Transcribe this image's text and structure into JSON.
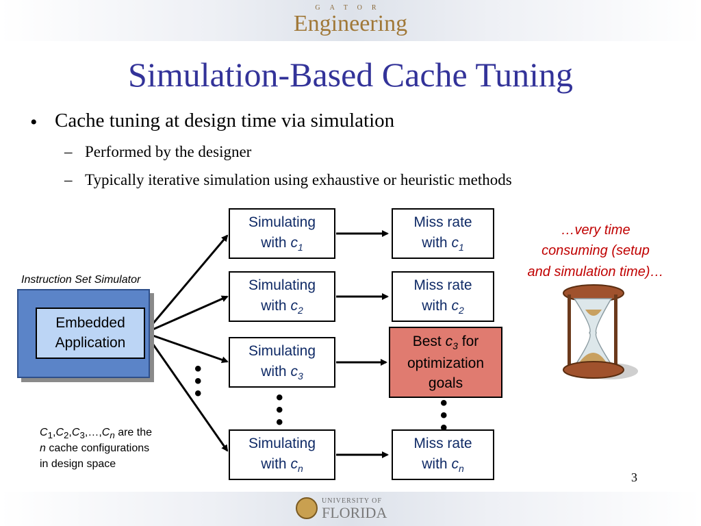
{
  "header": {
    "logo_top": "GATOR",
    "logo_main": "Engineering"
  },
  "title": "Simulation-Based Cache Tuning",
  "bullet": {
    "symbol": "•",
    "text": "Cache tuning at design time via simulation",
    "dash": "–",
    "subbullets": [
      "Performed by the designer",
      "Typically iterative simulation using exhaustive or heuristic methods"
    ]
  },
  "diagram": {
    "iss_label": "Instruction Set Simulator",
    "embedded": [
      "Embedded",
      "Application"
    ],
    "sim_word": "Simulating",
    "with_word": "with ",
    "c_letter": "c",
    "subs": [
      "1",
      "2",
      "3",
      "n"
    ],
    "miss_word": "Miss rate",
    "best_lines": [
      "Best ",
      " for",
      "optimization",
      "goals"
    ],
    "dots": "•\n•\n•",
    "note_lines": [
      "…very time",
      "consuming (setup",
      "and simulation time)…"
    ],
    "caption": {
      "C": "C",
      "sep": ",",
      "ellipsis": "…",
      "subs": [
        "1",
        "2",
        "3",
        "n"
      ],
      "are_the": " are the",
      "n": "n",
      "rest1": " cache configurations",
      "rest2": "in design space"
    },
    "colors": {
      "text_blue": "#0f2a66",
      "best_fill": "#e07b70",
      "iss_fill": "#5b84c8",
      "embedded_fill": "#bcd5f5",
      "note_red": "#c00000"
    }
  },
  "footer": {
    "page_number": "3",
    "uf_top": "UNIVERSITY OF",
    "uf_main": "FLORIDA"
  },
  "icons": [
    "hourglass-icon",
    "uf-seal-icon"
  ]
}
